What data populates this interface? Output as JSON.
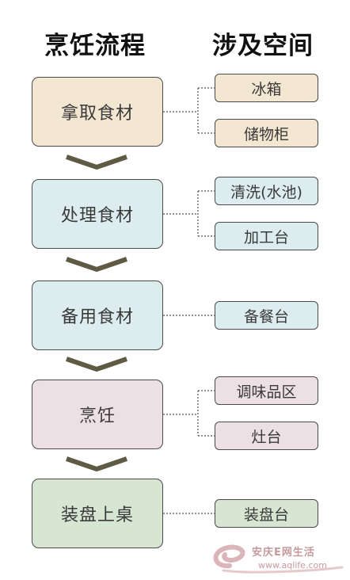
{
  "headings": {
    "process": "烹饪流程",
    "spaces": "涉及空间"
  },
  "steps": [
    {
      "label": "拿取食材",
      "color": "#f3e7d2",
      "spaces": [
        "冰箱",
        "储物柜"
      ]
    },
    {
      "label": "处理食材",
      "color": "#ddedef",
      "spaces": [
        "清洗(水池)",
        "加工台"
      ]
    },
    {
      "label": "备用食材",
      "color": "#ddedef",
      "spaces": [
        "备餐台"
      ]
    },
    {
      "label": "烹饪",
      "color": "#ece0e4",
      "spaces": [
        "调味品区",
        "灶台"
      ]
    },
    {
      "label": "装盘上桌",
      "color": "#d6e6d3",
      "spaces": [
        "装盘台"
      ]
    }
  ],
  "watermark": {
    "name": "安庆E网生活",
    "url": "www.aqlife.com"
  },
  "colors": {
    "arrow": "#5e5a43",
    "border": "#4a4a4a",
    "connector": "#555555"
  }
}
